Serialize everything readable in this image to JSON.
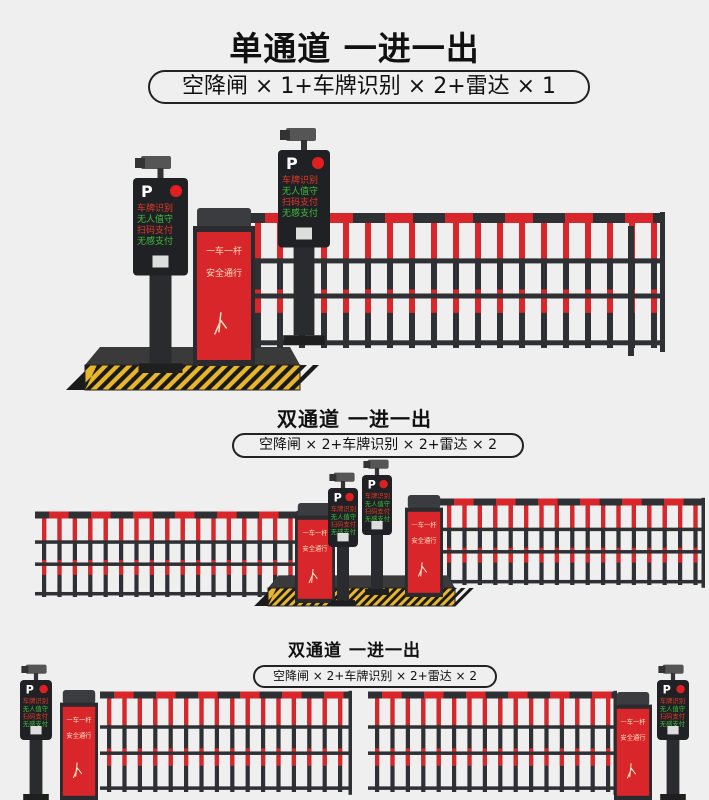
{
  "sections": [
    {
      "title": "单通道 一进一出",
      "config": "空降闸 × 1+车牌识别 × 2+雷达 × 1"
    },
    {
      "title": "双通道 一进一出",
      "config": "空降闸 × 2+车牌识别 × 2+雷达 × 2"
    },
    {
      "title": "双通道 一进一出",
      "config": "空降闸 × 2+车牌识别 × 2+雷达 × 2"
    }
  ],
  "device": {
    "parking_sign": "P",
    "display_lines": [
      "车牌识别",
      "无人值守",
      "扫码支付",
      "无感支付"
    ],
    "poster_lines": [
      "一车一杆",
      "安全通行"
    ]
  },
  "colors": {
    "red": "#d8262b",
    "frame": "#2f3033",
    "hazard_yellow": "#e8b62a",
    "green_led": "#3fbf3f"
  }
}
